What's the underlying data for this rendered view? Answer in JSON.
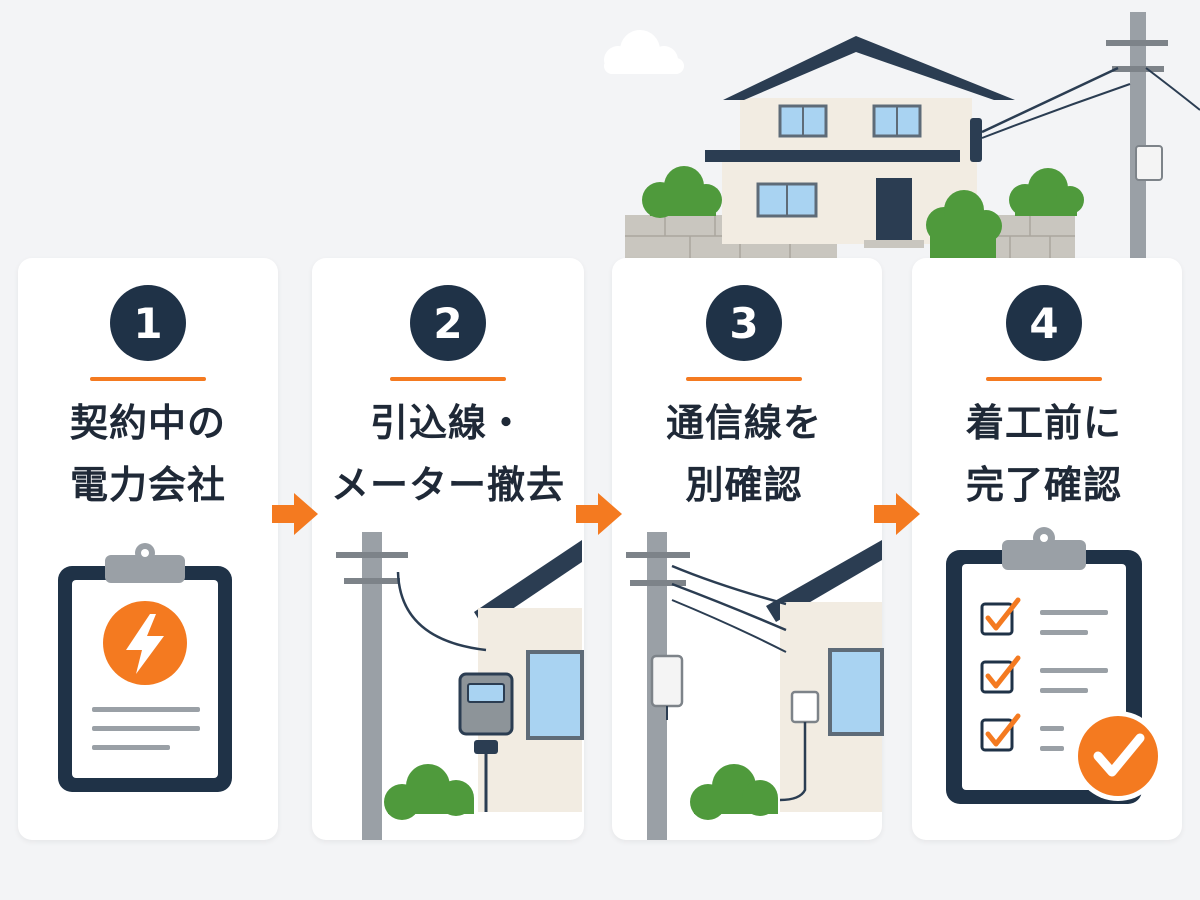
{
  "steps": [
    {
      "number": "1",
      "title_line1": "契約中の",
      "title_line2": "電力会社"
    },
    {
      "number": "2",
      "title_line1": "引込線・",
      "title_line2": "メーター撤去"
    },
    {
      "number": "3",
      "title_line1": "通信線を",
      "title_line2": "別確認"
    },
    {
      "number": "4",
      "title_line1": "着工前に",
      "title_line2": "完了確認"
    }
  ],
  "colors": {
    "accent": "#f47a20",
    "navy": "#1f3247",
    "card": "#ffffff",
    "background": "#f3f4f6",
    "wall": "#f2ece2",
    "roof": "#2b3d52",
    "pole": "#9aa0a6",
    "foliage": "#4f9a3c",
    "window": "#a9d3f2"
  },
  "icons": {
    "step1": "clipboard-lightning-icon",
    "step2": "pole-meter-house-icon",
    "step3": "pole-telecom-house-icon",
    "step4": "checklist-clipboard-icon"
  }
}
